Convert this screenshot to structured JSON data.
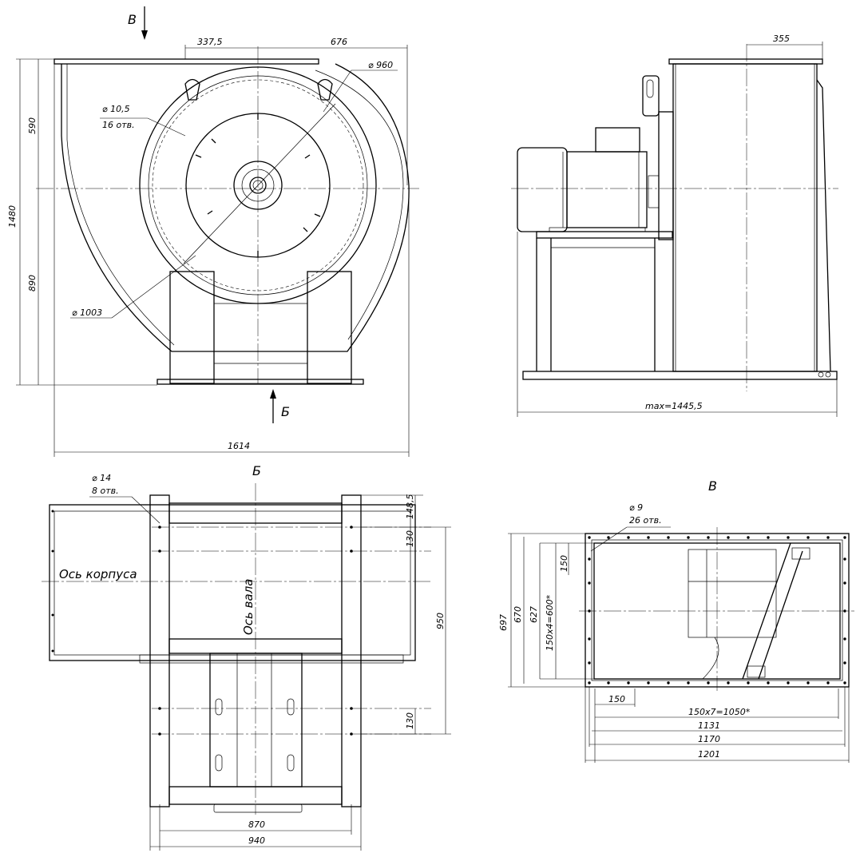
{
  "view_labels": {
    "b_arrow": "В",
    "v_arrow": "Б",
    "view_b_title": "Б",
    "view_v_title": "В"
  },
  "front": {
    "d337": "337,5",
    "d676": "676",
    "dia960": "⌀ 960",
    "dia105": "⌀ 10,5",
    "holes16": "16 отв.",
    "d590": "590",
    "d1480": "1480",
    "d890": "890",
    "dia1003": "⌀ 1003",
    "d1614": "1614"
  },
  "side": {
    "d355": "355",
    "dmax": "max=1445,5"
  },
  "bottom": {
    "dia14": "⌀ 14",
    "holes8": "8 отв.",
    "d148": "148,5",
    "d130a": "130",
    "d950": "950",
    "d130b": "130",
    "d870": "870",
    "d940": "940",
    "axis_body": "Ось корпуса",
    "axis_shaft": "Ось вала"
  },
  "flange": {
    "dia9": "⌀ 9",
    "holes26": "26 отв.",
    "d697": "697",
    "d670": "670",
    "d627": "627",
    "d600": "150x4=600*",
    "d150v": "150",
    "d150h": "150",
    "d1050": "150x7=1050*",
    "d1131": "1131",
    "d1170": "1170",
    "d1201": "1201"
  }
}
